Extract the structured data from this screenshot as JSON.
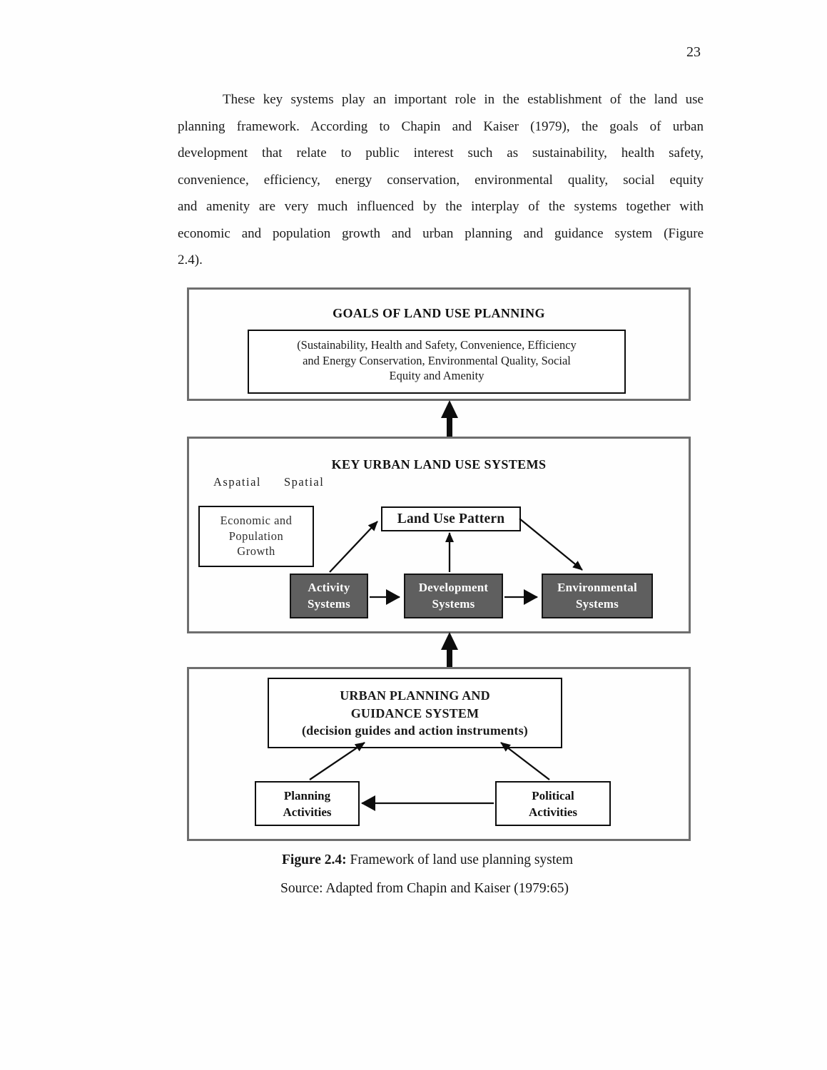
{
  "page": {
    "number": "23"
  },
  "paragraph": {
    "lines": [
      "These key systems play an important role in the establishment of the land use",
      "planning framework. According to Chapin and Kaiser (1979), the goals of urban",
      "development that relate to public interest such as sustainability, health safety,",
      "convenience, efficiency, energy conservation, environmental quality, social equity",
      "and amenity are very much influenced by  the interplay of the systems together with",
      "economic and population growth  and urban planning and guidance system (Figure",
      "2.4)."
    ]
  },
  "diagram": {
    "goals": {
      "title": "GOALS OF LAND USE PLANNING",
      "detail_lines": [
        "(Sustainability, Health and Safety, Convenience, Efficiency",
        "and Energy Conservation, Environmental Quality, Social",
        "Equity and Amenity"
      ]
    },
    "key_systems": {
      "title": "KEY URBAN LAND USE SYSTEMS",
      "aspatial_label": "Aspatial",
      "spatial_label": "Spatial",
      "economic_lines": [
        "Economic and",
        "Population",
        "Growth"
      ],
      "land_use_pattern": "Land Use Pattern",
      "activity": "Activity Systems",
      "development": "Development Systems",
      "environmental": "Environmental Systems",
      "system_box_color": "#5f5f5f"
    },
    "planning_guidance": {
      "title_lines": [
        "URBAN PLANNING AND",
        "GUIDANCE SYSTEM",
        "(decision guides and action instruments)"
      ],
      "planning": "Planning Activities",
      "political": "Political Activities"
    }
  },
  "caption": {
    "figure_label": "Figure 2.4:",
    "figure_text": " Framework of land use planning system",
    "source_text": "Source:  Adapted from Chapin and Kaiser (1979:65)"
  }
}
